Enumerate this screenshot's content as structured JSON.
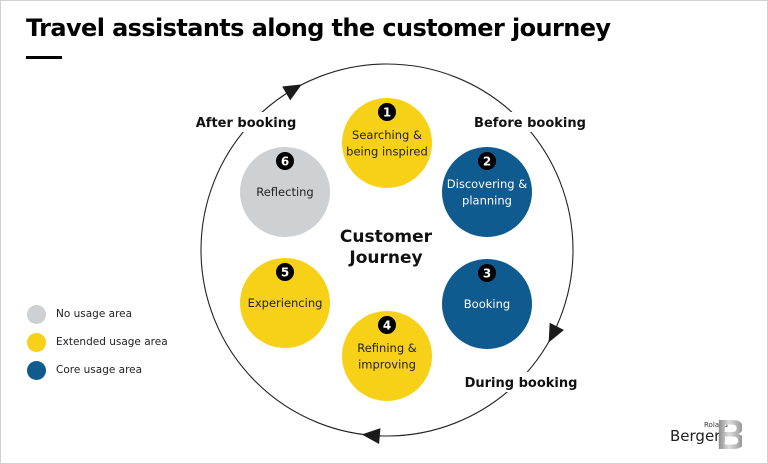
{
  "title": "Travel assistants along the customer journey",
  "center_label": [
    "Customer",
    "Journey"
  ],
  "phases": [
    {
      "label": "After booking"
    },
    {
      "label": "Before booking"
    },
    {
      "label": "During booking"
    }
  ],
  "colors": {
    "none": "#CDD1D4",
    "extended": "#F7D117",
    "core": "#0F5A8F",
    "badge": "#000000"
  },
  "steps": [
    {
      "number": "1",
      "lines": [
        "Searching &",
        "being inspired"
      ],
      "usage": "extended"
    },
    {
      "number": "2",
      "lines": [
        "Discovering &",
        "planning"
      ],
      "usage": "core"
    },
    {
      "number": "3",
      "lines": [
        "Booking"
      ],
      "usage": "core"
    },
    {
      "number": "4",
      "lines": [
        "Refining &",
        "improving"
      ],
      "usage": "extended"
    },
    {
      "number": "5",
      "lines": [
        "Experiencing"
      ],
      "usage": "extended"
    },
    {
      "number": "6",
      "lines": [
        "Reflecting"
      ],
      "usage": "none"
    }
  ],
  "legend": [
    {
      "label": "No usage area",
      "usage": "none"
    },
    {
      "label": "Extended usage area",
      "usage": "extended"
    },
    {
      "label": "Core usage area",
      "usage": "core"
    }
  ],
  "logo": {
    "small": "Roland",
    "big": "Berger",
    "mark": "B"
  }
}
